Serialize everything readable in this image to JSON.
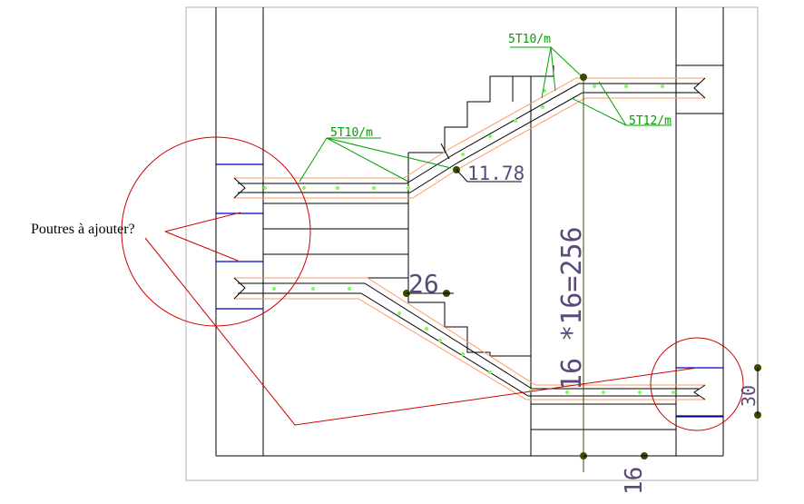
{
  "annotation": {
    "question": "Poutres à ajouter?"
  },
  "labels": {
    "rebar_top": "5T10/m",
    "rebar_left": "5T10/m",
    "rebar_right": "5T12/m",
    "level": "11.78",
    "step_riser": "26",
    "vertical_formula": "16 *16=256",
    "landing_thickness": "30",
    "bottom_dim": "16"
  },
  "colors": {
    "lines": "#000000",
    "rebar_leader": "#00a000",
    "annotation": "#cc0000",
    "beam_marks": "#0000cc",
    "dimension_text": "#5a4a7a",
    "dots": "#3a4a00",
    "rebar_dots": "#7cfc5a",
    "concrete_outline": "#ff9966"
  }
}
